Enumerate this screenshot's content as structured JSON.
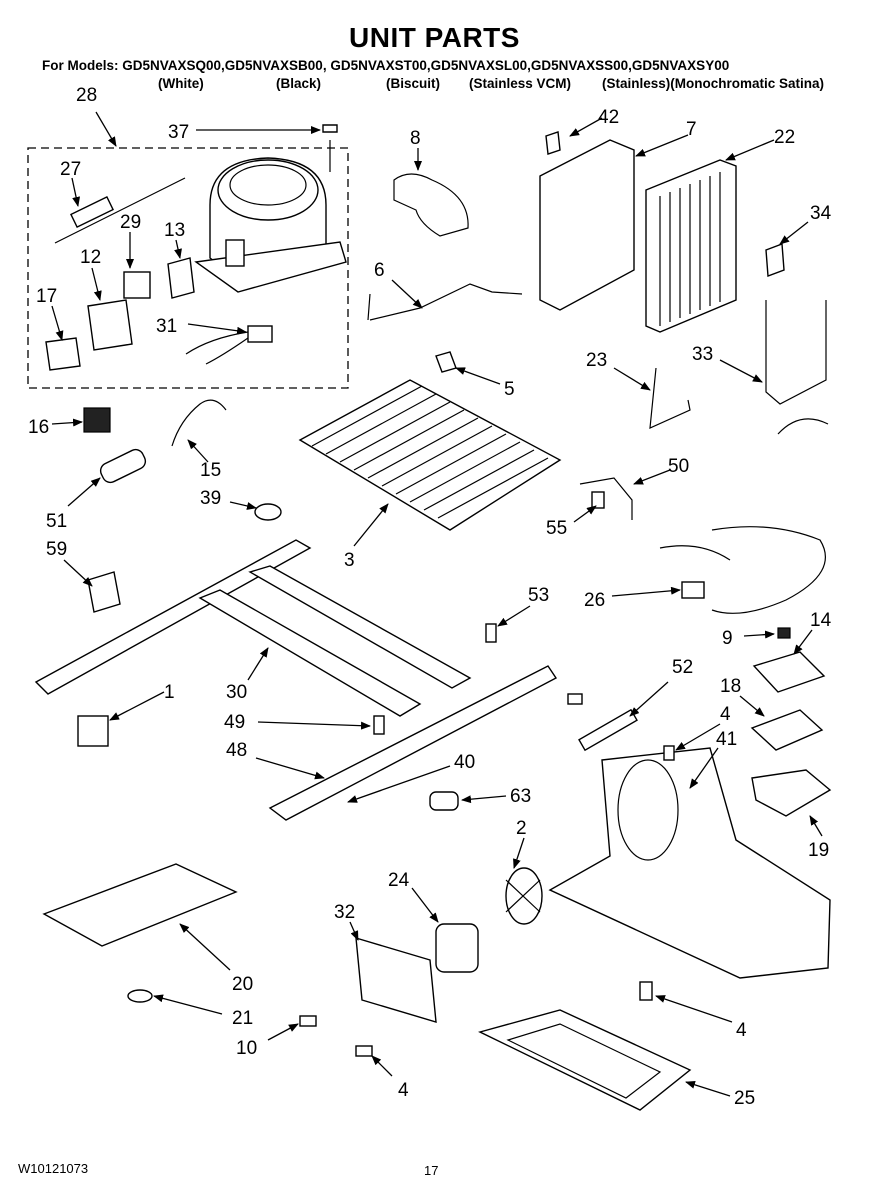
{
  "header": {
    "title": "UNIT PARTS",
    "models": "For Models: GD5NVAXSQ00,GD5NVAXSB00, GD5NVAXST00,GD5NVAXSL00,GD5NVAXSS00,GD5NVAXSY00",
    "variants": [
      "(White)",
      "(Black)",
      "(Biscuit)",
      "(Stainless VCM)",
      "(Stainless)(Monochromatic Satina)"
    ]
  },
  "footer": {
    "doc_number": "W10121073",
    "page": "17"
  },
  "callouts": [
    "28",
    "37",
    "8",
    "42",
    "7",
    "22",
    "27",
    "29",
    "13",
    "12",
    "34",
    "6",
    "17",
    "31",
    "5",
    "23",
    "33",
    "16",
    "15",
    "50",
    "39",
    "51",
    "55",
    "59",
    "3",
    "26",
    "53",
    "9",
    "14",
    "52",
    "18",
    "1",
    "30",
    "49",
    "4",
    "41",
    "48",
    "40",
    "63",
    "2",
    "19",
    "24",
    "32",
    "20",
    "21",
    "10",
    "4",
    "4",
    "25"
  ]
}
